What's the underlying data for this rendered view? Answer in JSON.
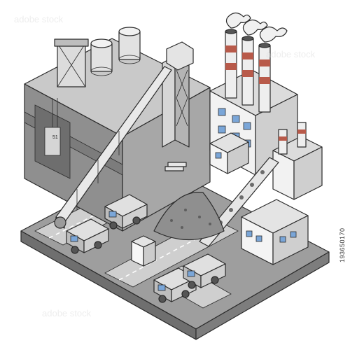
{
  "image": {
    "stock_id": "193650170",
    "watermark": "adobe stock",
    "truck_plate": "51"
  },
  "colors": {
    "background": "#ffffff",
    "outline": "#2b2b2b",
    "light_gray": "#e6e6e6",
    "mid_gray": "#bdbdbd",
    "dark_gray": "#8a8a8a",
    "ground": "#9e9e9e",
    "road": "#cfcfcf",
    "chimney_stripe": "#b85a4a",
    "window_blue": "#7aa6d8",
    "smoke": "#f0f0f0"
  }
}
